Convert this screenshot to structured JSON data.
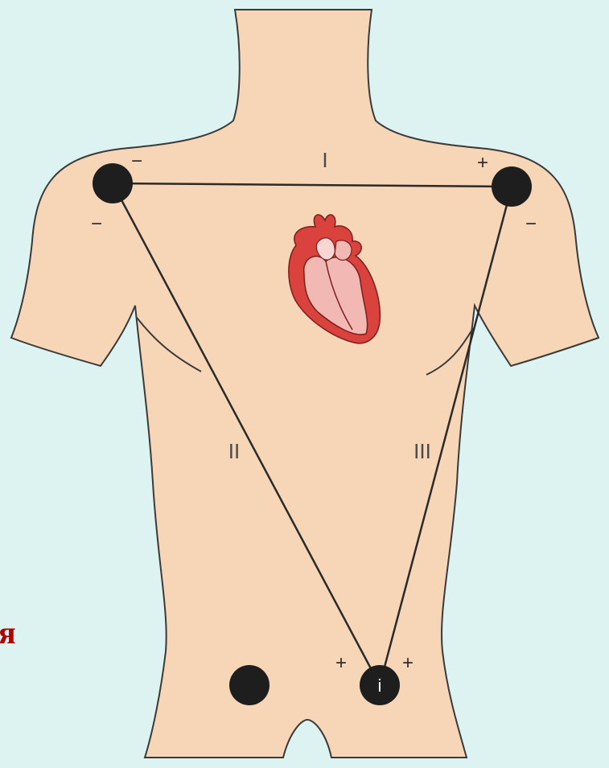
{
  "diagram": {
    "lead_labels": {
      "I": "I",
      "II": "II",
      "III": "III"
    },
    "signs": {
      "ra_lead_I": "−",
      "ra_lead_II": "−",
      "la_lead_I": "+",
      "la_lead_III": "−",
      "ll_lead_II": "+",
      "ll_lead_III": "+"
    },
    "electrode_marker": "i",
    "cutoff_text": "я",
    "colors": {
      "background": "#dcf3f1",
      "skin": "#f7d6b7",
      "outline": "#3a3a3a",
      "electrode": "#1e1e1e",
      "lead_line": "#2a2a2a",
      "heart_red": "#d9423d",
      "heart_pink": "#f2b8b4",
      "text_red": "#b30000"
    }
  }
}
